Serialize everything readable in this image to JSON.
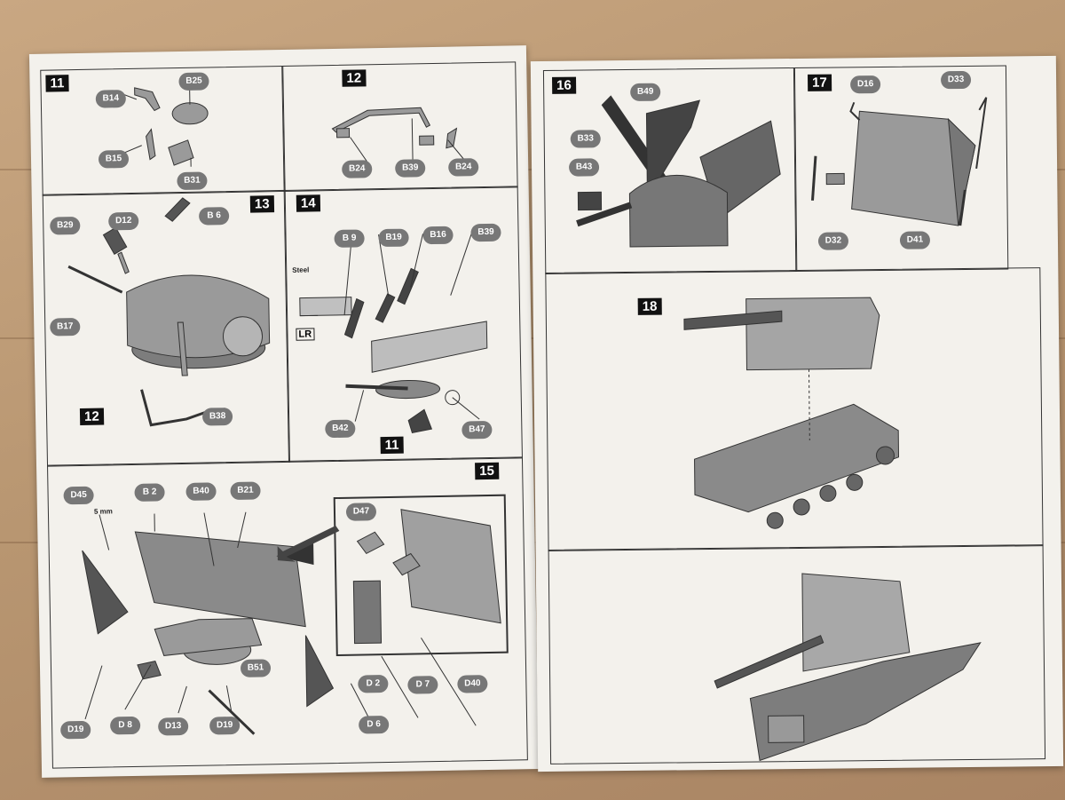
{
  "left_sheet": {
    "steps": [
      {
        "number": "11",
        "parts": [
          "B25",
          "B14",
          "B15",
          "B31"
        ]
      },
      {
        "number": "12",
        "parts": [
          "B24",
          "B39",
          "B24"
        ]
      },
      {
        "number": "13",
        "parts": [
          "B29",
          "D12",
          "B 6",
          "B17",
          "B38"
        ],
        "subref": "12"
      },
      {
        "number": "14",
        "parts": [
          "B 9",
          "B19",
          "B16",
          "B39",
          "B42",
          "B47"
        ],
        "labels": [
          "Steel",
          "LR"
        ],
        "subref": "11"
      },
      {
        "number": "15",
        "parts": [
          "D45",
          "B 2",
          "B40",
          "B21",
          "D47",
          "B51",
          "D 2",
          "D 7",
          "D40",
          "D19",
          "D 8",
          "D13",
          "D19",
          "D 6"
        ],
        "labels": [
          "5 mm"
        ]
      }
    ]
  },
  "right_sheet": {
    "steps": [
      {
        "number": "16",
        "parts": [
          "B49",
          "B33",
          "B43"
        ]
      },
      {
        "number": "17",
        "parts": [
          "D16",
          "D33",
          "D32",
          "D41"
        ]
      },
      {
        "number": "18",
        "parts": []
      }
    ]
  },
  "colors": {
    "tag": "#777777",
    "paper": "#f3f1ec",
    "wood": "#b89671"
  }
}
